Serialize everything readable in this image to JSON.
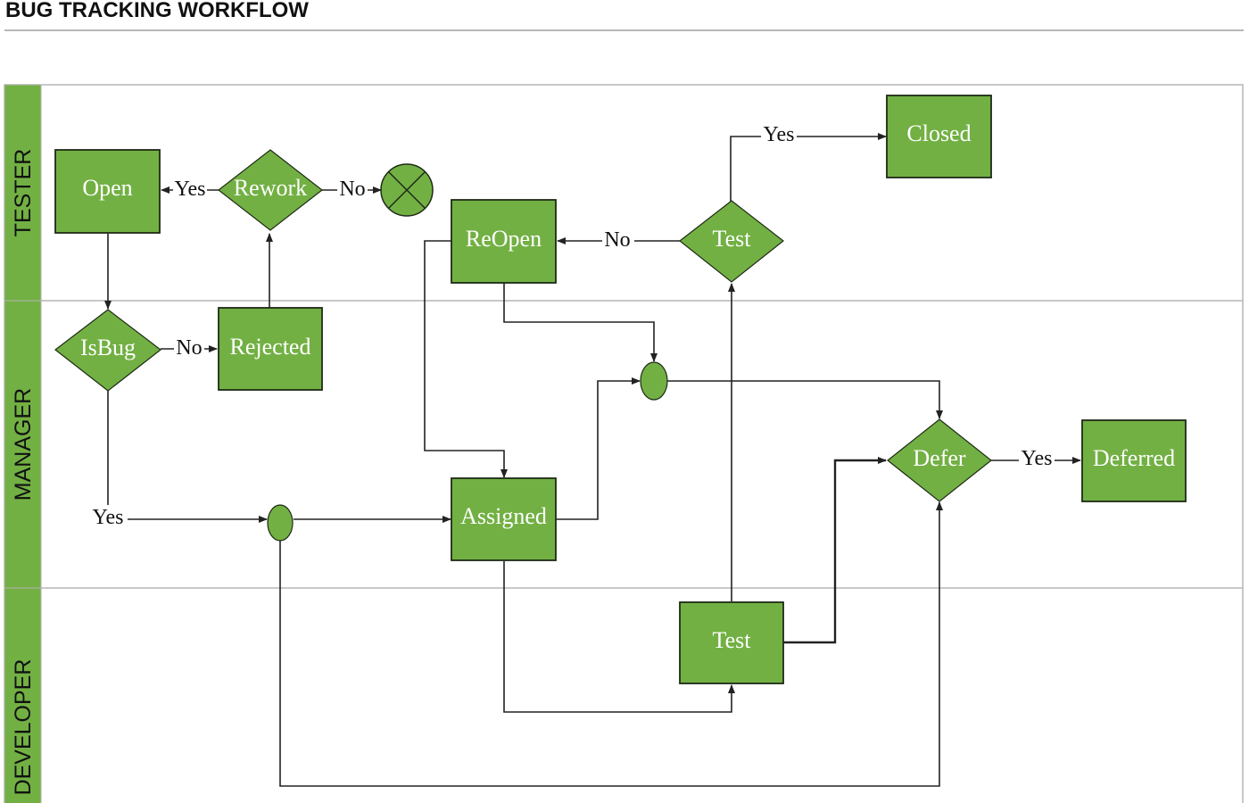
{
  "title": "BUG TRACKING WORKFLOW",
  "colors": {
    "node_fill": "#72b043",
    "node_stroke": "#1e2a16",
    "lane_header": "#72b043",
    "lane_border": "#b5b5b5",
    "connector": "#222222"
  },
  "lanes": [
    {
      "id": "tester",
      "label": "TESTER"
    },
    {
      "id": "manager",
      "label": "MANAGER"
    },
    {
      "id": "developer",
      "label": "DEVELOPER"
    }
  ],
  "nodes": {
    "open": {
      "label": "Open",
      "shape": "rectangle",
      "lane": "tester"
    },
    "rework": {
      "label": "Rework",
      "shape": "decision",
      "lane": "tester"
    },
    "terminate": {
      "label": "",
      "shape": "terminator-x-icon",
      "lane": "tester"
    },
    "reopen": {
      "label": "ReOpen",
      "shape": "rectangle",
      "lane": "tester"
    },
    "test_decision": {
      "label": "Test",
      "shape": "decision",
      "lane": "tester"
    },
    "closed": {
      "label": "Closed",
      "shape": "rectangle",
      "lane": "tester"
    },
    "isbug": {
      "label": "IsBug",
      "shape": "decision",
      "lane": "manager"
    },
    "rejected": {
      "label": "Rejected",
      "shape": "rectangle",
      "lane": "manager"
    },
    "junction_upper": {
      "label": "",
      "shape": "junction",
      "lane": "manager"
    },
    "junction_lower": {
      "label": "",
      "shape": "junction",
      "lane": "manager"
    },
    "assigned": {
      "label": "Assigned",
      "shape": "rectangle",
      "lane": "manager"
    },
    "defer": {
      "label": "Defer",
      "shape": "decision",
      "lane": "manager"
    },
    "deferred": {
      "label": "Deferred",
      "shape": "rectangle",
      "lane": "manager"
    },
    "test_task": {
      "label": "Test",
      "shape": "rectangle",
      "lane": "developer"
    }
  },
  "edges": [
    {
      "id": "rework_open",
      "from": "rework",
      "to": "open",
      "label": "Yes"
    },
    {
      "id": "rework_end",
      "from": "rework",
      "to": "terminate",
      "label": "No"
    },
    {
      "id": "test_closed",
      "from": "test_decision",
      "to": "closed",
      "label": "Yes"
    },
    {
      "id": "test_reopen",
      "from": "test_decision",
      "to": "reopen",
      "label": "No"
    },
    {
      "id": "open_isbug",
      "from": "open",
      "to": "isbug",
      "label": ""
    },
    {
      "id": "isbug_rejected",
      "from": "isbug",
      "to": "rejected",
      "label": "No"
    },
    {
      "id": "rejected_rework",
      "from": "rejected",
      "to": "rework",
      "label": ""
    },
    {
      "id": "isbug_junction",
      "from": "isbug",
      "to": "junction_lower",
      "label": "Yes"
    },
    {
      "id": "junction_assigned",
      "from": "junction_lower",
      "to": "assigned",
      "label": ""
    },
    {
      "id": "junction_defer",
      "from": "junction_lower",
      "to": "defer",
      "label": ""
    },
    {
      "id": "reopen_assigned",
      "from": "reopen",
      "to": "assigned",
      "label": ""
    },
    {
      "id": "reopen_junction",
      "from": "reopen",
      "to": "junction_upper",
      "label": ""
    },
    {
      "id": "assigned_junction",
      "from": "assigned",
      "to": "junction_upper",
      "label": ""
    },
    {
      "id": "junction_upper_defer",
      "from": "junction_upper",
      "to": "defer",
      "label": ""
    },
    {
      "id": "assigned_test",
      "from": "assigned",
      "to": "test_task",
      "label": ""
    },
    {
      "id": "testtask_testdecision",
      "from": "test_task",
      "to": "test_decision",
      "label": ""
    },
    {
      "id": "testtask_defer",
      "from": "test_task",
      "to": "defer",
      "label": ""
    },
    {
      "id": "defer_deferred",
      "from": "defer",
      "to": "deferred",
      "label": "Yes"
    }
  ]
}
